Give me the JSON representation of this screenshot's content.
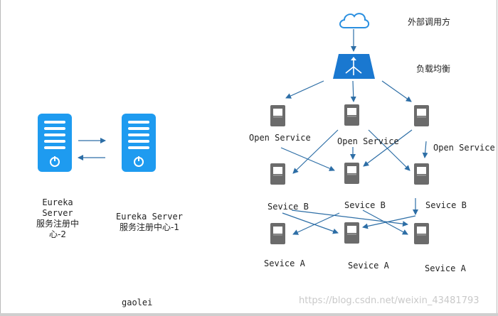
{
  "external": {
    "label": "外部调用方"
  },
  "load_balancer": {
    "label": "负载均衡"
  },
  "eureka": {
    "server2": {
      "line1": "Eureka",
      "line2": "Server",
      "line3": "服务注册中",
      "line4": "心-2"
    },
    "server1": {
      "line1": "Eureka Server",
      "line2": "服务注册中心-1"
    }
  },
  "services": {
    "open": [
      "Open Service",
      "Open Service",
      "Open Service"
    ],
    "b": [
      "Sevice B",
      "Sevice B",
      "Sevice B"
    ],
    "a": [
      "Sevice A",
      "Sevice A",
      "Sevice A"
    ]
  },
  "author": "gaolei",
  "watermark": "https://blog.csdn.net/weixin_43481793",
  "colors": {
    "server_blue": "#1e9bf0",
    "arrow": "#2d6ea6",
    "lb_blue": "#1a78d0",
    "node_gray": "#6e6e6e"
  },
  "icons": [
    "cloud-icon",
    "load-balancer-icon",
    "server-icon",
    "service-node-icon"
  ]
}
